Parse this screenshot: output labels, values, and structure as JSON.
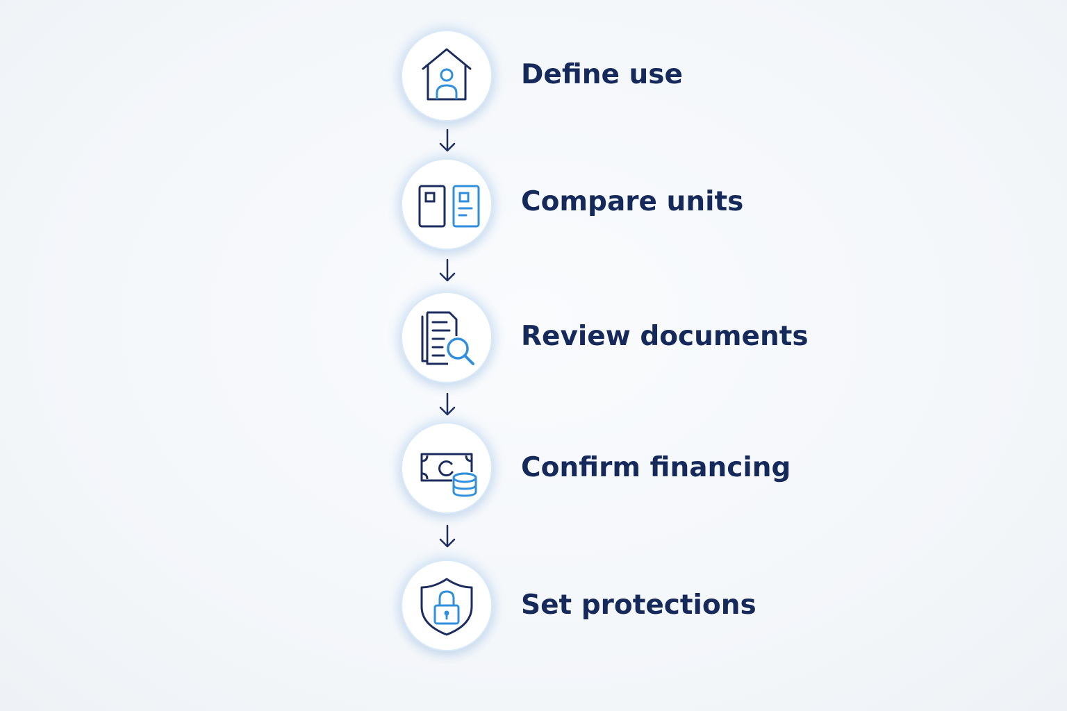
{
  "steps": [
    {
      "label": "Define use",
      "icon": "house-person-icon"
    },
    {
      "label": "Compare units",
      "icon": "compare-units-icon"
    },
    {
      "label": "Review documents",
      "icon": "document-search-icon"
    },
    {
      "label": "Confirm financing",
      "icon": "cash-coins-icon"
    },
    {
      "label": "Set protections",
      "icon": "shield-lock-icon"
    }
  ],
  "colors": {
    "navy": "#1b2c5e",
    "blue": "#2f8fdc",
    "label": "#15295a",
    "circle_border": "#d9e9f8"
  }
}
